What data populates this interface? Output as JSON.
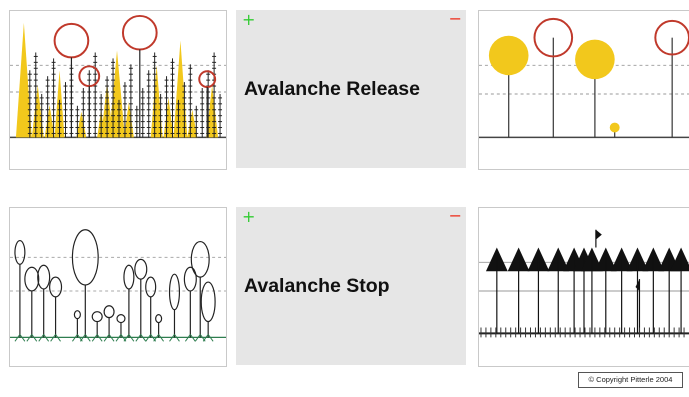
{
  "rows": [
    {
      "label": "Avalanche Release",
      "plus": "+",
      "minus": "−"
    },
    {
      "label": "Avalanche Stop",
      "plus": "+",
      "minus": "−"
    }
  ],
  "colors": {
    "plus": "#33cc33",
    "minus": "#ee3322",
    "yellow": "#f2c81c",
    "ring": "#c0392b",
    "card": "#e6e6e6"
  },
  "copyright": "© Copyright Pitterle 2004"
}
